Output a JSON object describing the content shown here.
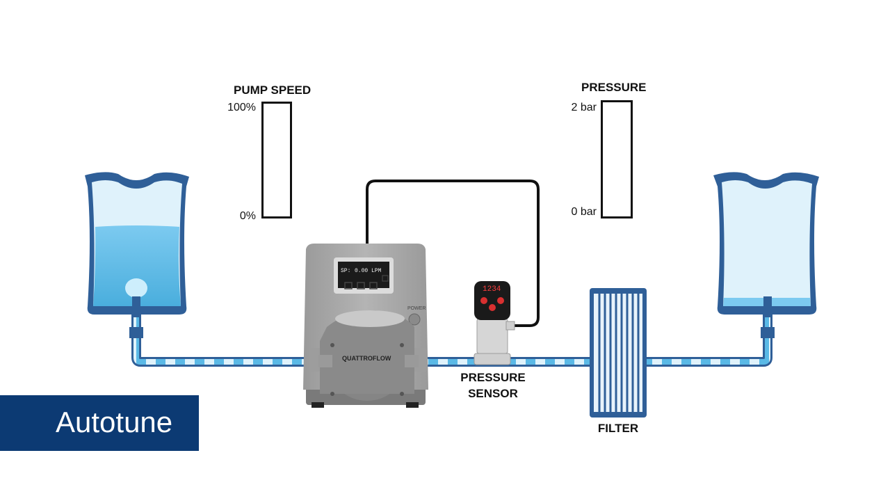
{
  "pump_speed": {
    "label": "PUMP SPEED",
    "max_label": "100%",
    "min_label": "0%",
    "level": 0
  },
  "pressure": {
    "label": "PRESSURE",
    "max_label": "2 bar",
    "min_label": "0 bar",
    "level": 0
  },
  "pump": {
    "brand": "QUATTROFLOW",
    "power_label": "POWER",
    "display_sp": "SP:",
    "display_value": "0.00 LPM"
  },
  "sensor": {
    "label_line1": "PRESSURE",
    "label_line2": "SENSOR",
    "readout": "1234"
  },
  "filter": {
    "label": "FILTER"
  },
  "title": "Autotune",
  "colors": {
    "bag_outline": "#2f5f98",
    "liquid": "#5ab9e6",
    "bag_body": "#dff2fb",
    "title_band": "#0c3a73"
  }
}
